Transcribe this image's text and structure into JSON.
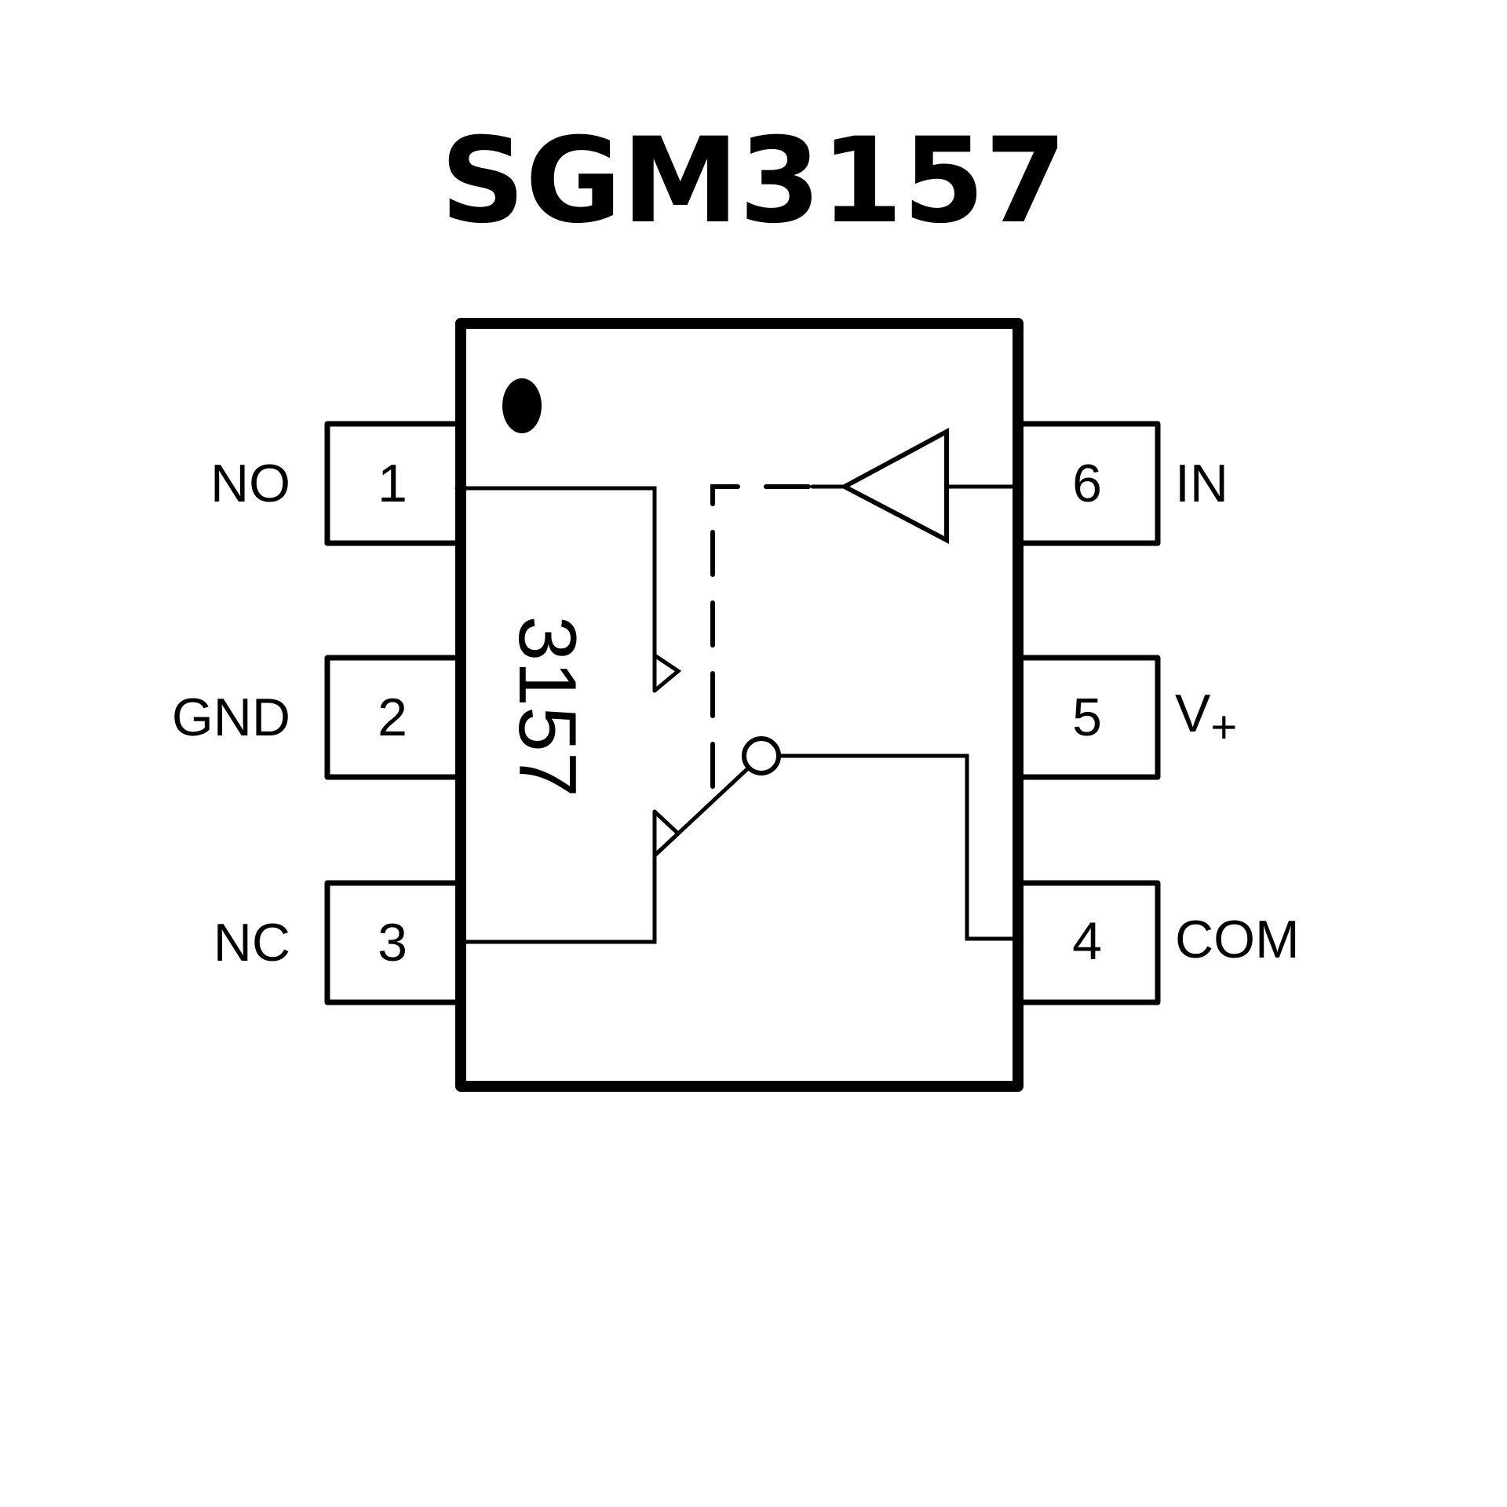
{
  "title": "SGM3157",
  "package_marking": "3157",
  "colors": {
    "ink": "#000000",
    "background": "#ffffff"
  },
  "pins": {
    "left": [
      {
        "number": "1",
        "name": "NO"
      },
      {
        "number": "2",
        "name": "GND"
      },
      {
        "number": "3",
        "name": "NC"
      }
    ],
    "right": [
      {
        "number": "6",
        "name": "IN"
      },
      {
        "number": "5",
        "name": "V+"
      },
      {
        "number": "4",
        "name": "COM"
      }
    ]
  },
  "symbols": {
    "pin1_marker": "filled-dot",
    "control_buffer": "triangle-buffer",
    "switch": "spdt-switch",
    "control_link": "dashed-line"
  }
}
